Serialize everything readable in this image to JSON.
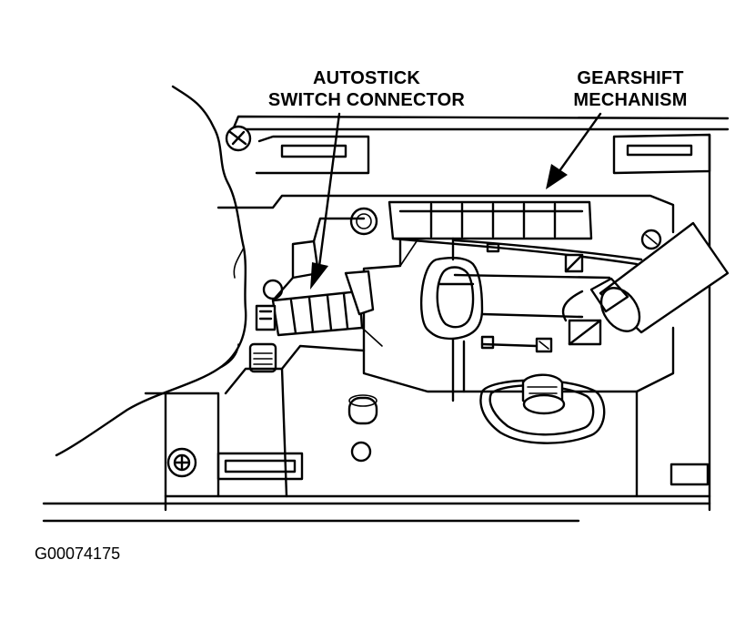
{
  "callouts": {
    "autostick": {
      "line1": "AUTOSTICK",
      "line2": "SWITCH CONNECTOR"
    },
    "gearshift": {
      "line1": "GEARSHIFT",
      "line2": "MECHANISM"
    }
  },
  "figure_id": "G00074175"
}
